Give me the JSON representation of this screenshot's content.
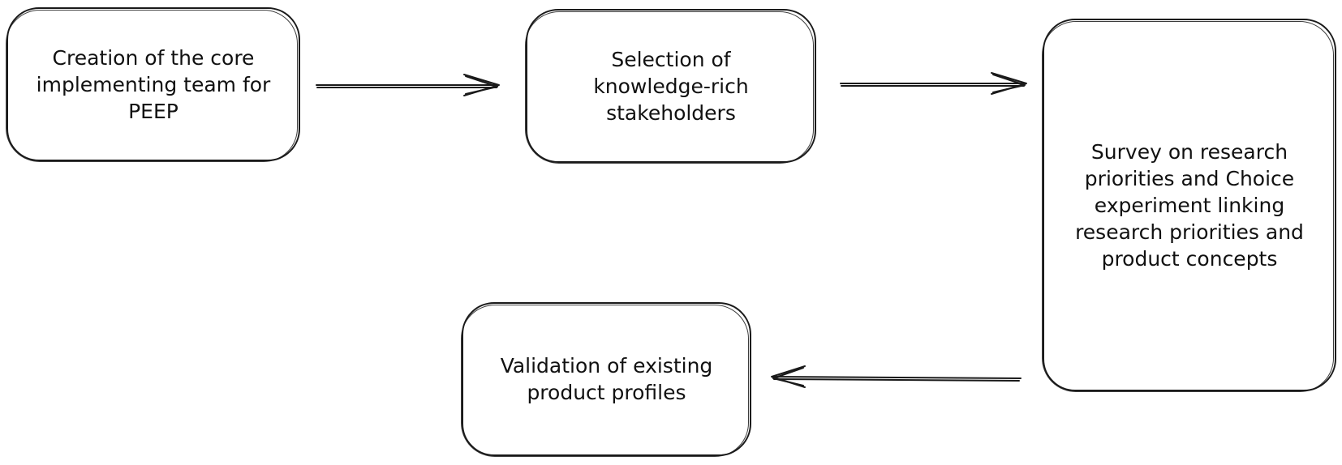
{
  "diagram": {
    "nodes": [
      {
        "id": "n1",
        "label": "Creation of the core\nimplementing team for\nPEEP"
      },
      {
        "id": "n2",
        "label": "Selection of\nknowledge-rich\nstakeholders"
      },
      {
        "id": "n3",
        "label": "Survey on research\npriorities and Choice\nexperiment linking\nresearch priorities and\nproduct concepts"
      },
      {
        "id": "n4",
        "label": "Validation of existing\nproduct profiles"
      }
    ],
    "edges": [
      {
        "from": "n1",
        "to": "n2"
      },
      {
        "from": "n2",
        "to": "n3"
      },
      {
        "from": "n3",
        "to": "n4"
      }
    ],
    "stroke_color": "#1a1a1a"
  }
}
